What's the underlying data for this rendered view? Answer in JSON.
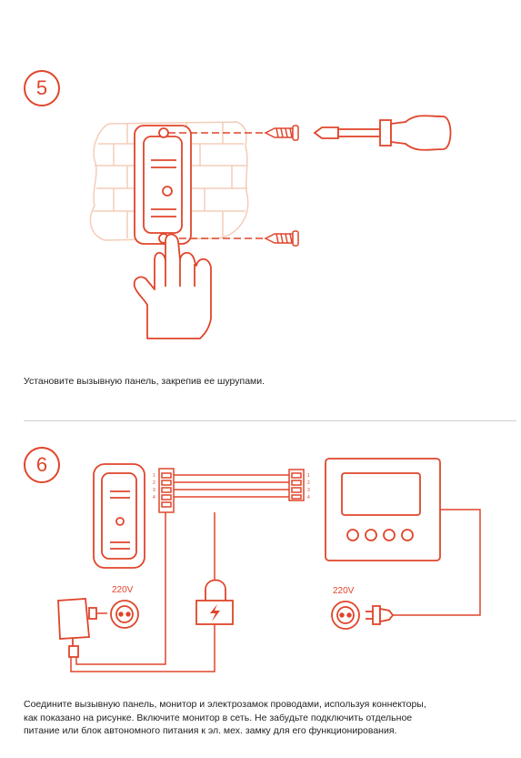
{
  "step5": {
    "number": "5",
    "caption": "Установите вызывную панель, закрепив ее шурупами."
  },
  "step6": {
    "number": "6",
    "voltage_left": "220V",
    "voltage_right": "220V",
    "panel_pins": [
      "1",
      "2",
      "3",
      "4"
    ],
    "monitor_pins": [
      "1",
      "2",
      "3",
      "4"
    ],
    "caption_lines": [
      "Соедините вызывную панель, монитор и электрозамок проводами, используя коннекторы,",
      "как показано на рисунке. Включите монитор в сеть. Не забудьте подключить отдельное",
      "питание или блок автономного питания к эл. мех. замку для его функционирования."
    ]
  },
  "colors": {
    "accent": "#e0452b",
    "wall": "#f3cdb8"
  }
}
